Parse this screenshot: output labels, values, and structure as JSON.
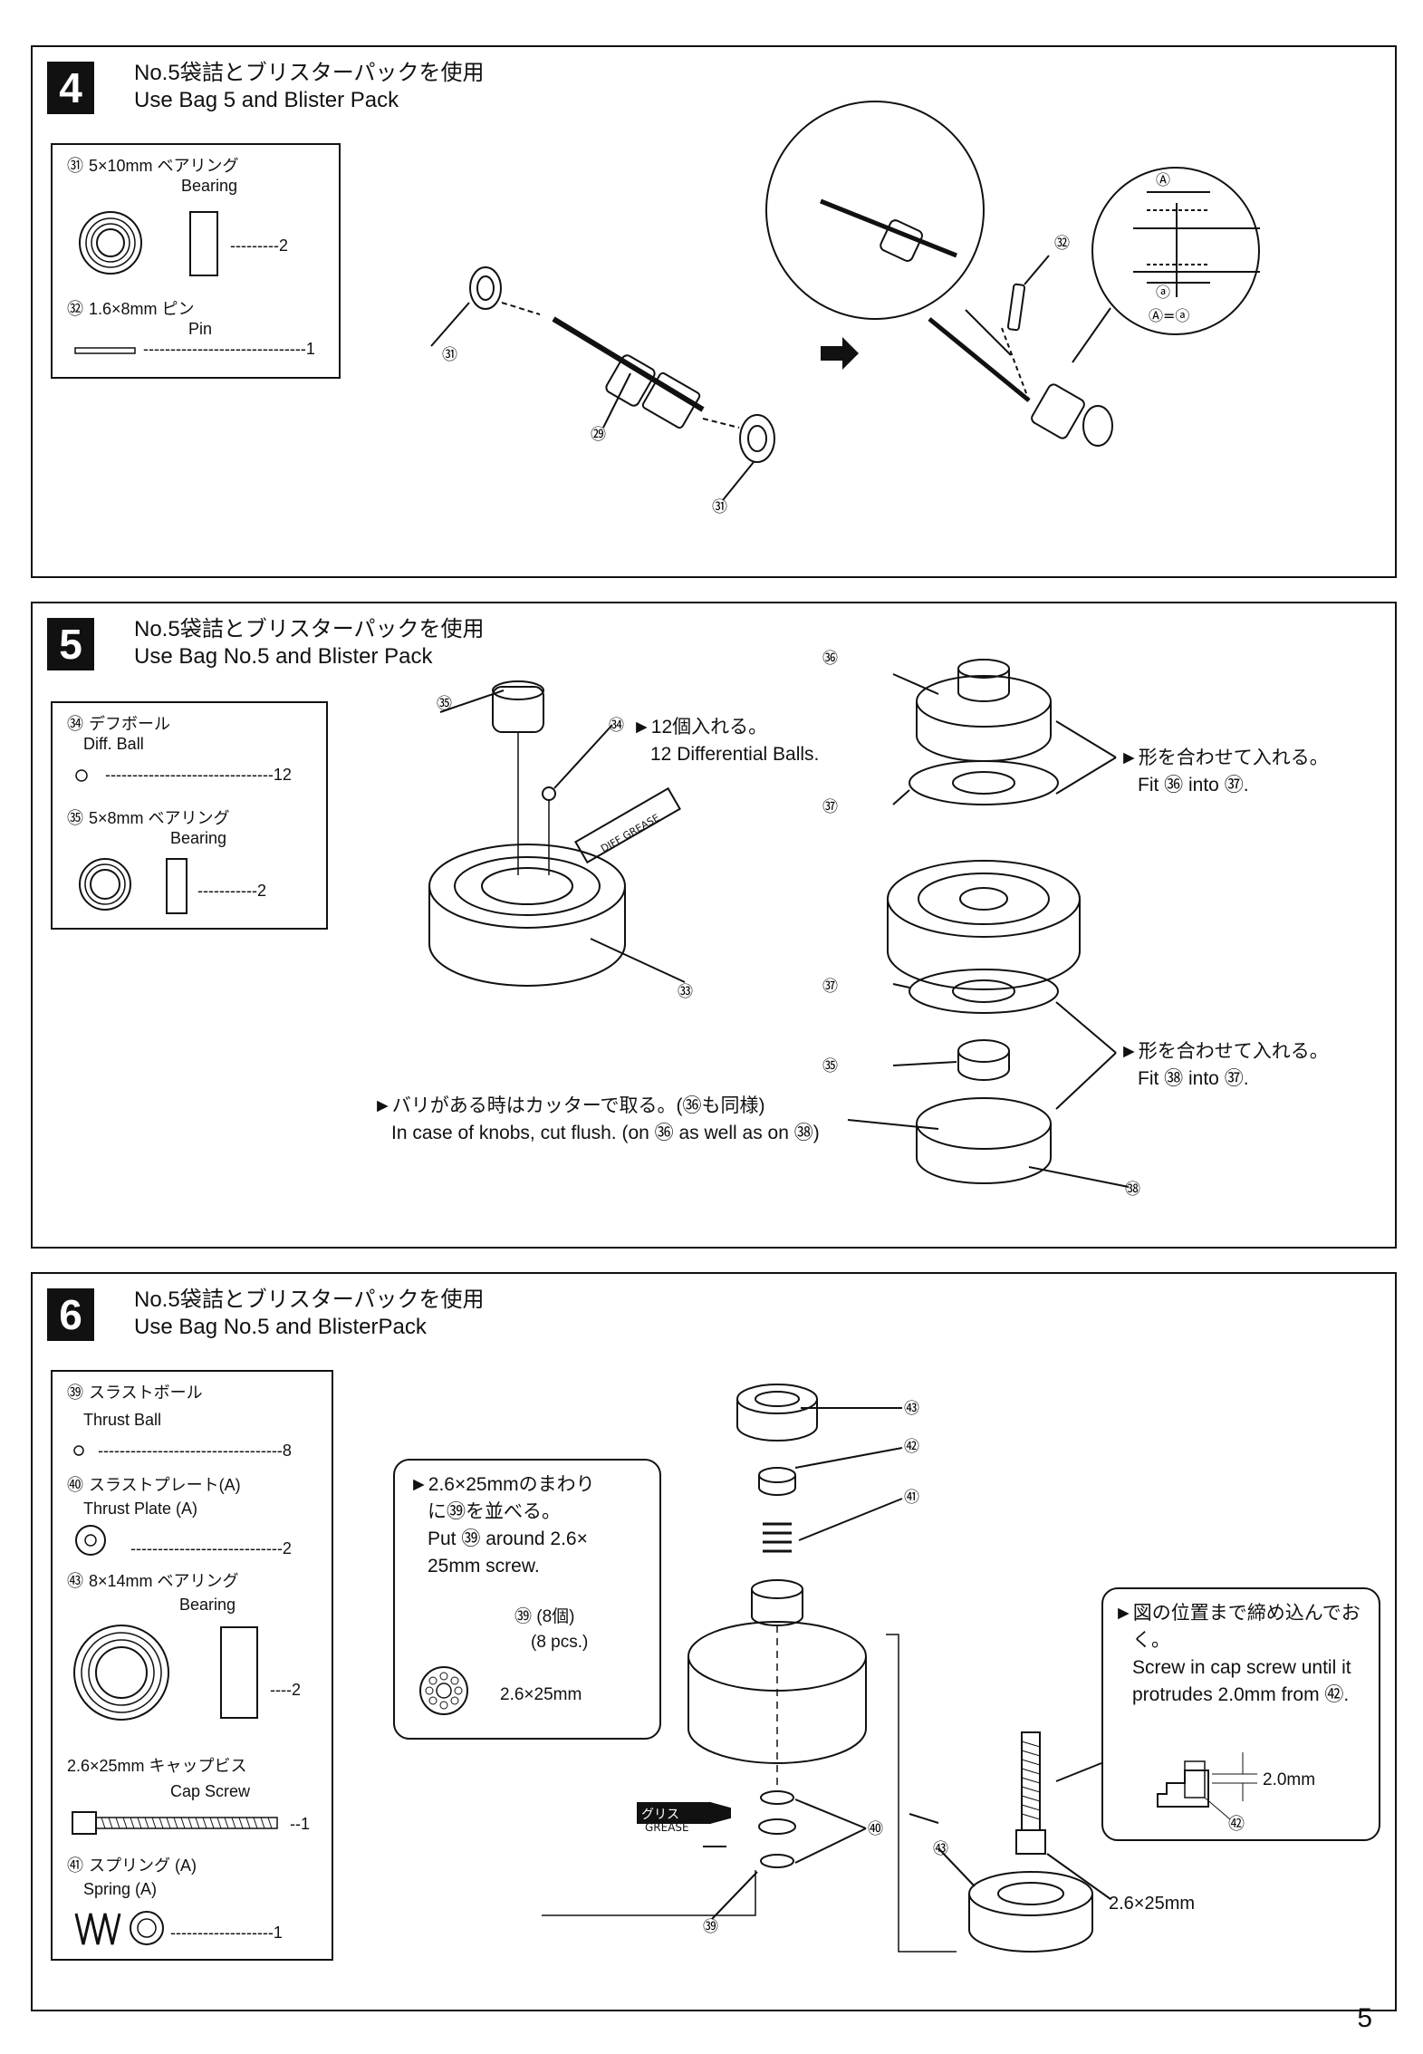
{
  "page_number": "5",
  "step4": {
    "number": "4",
    "title_jp": "No.5袋詰とブリスターパックを使用",
    "title_en": "Use Bag 5 and Blister Pack",
    "parts": [
      {
        "ref": "㉛",
        "size": "5×10mm ベアリング",
        "name_en": "Bearing",
        "qty": "2"
      },
      {
        "ref": "㉜",
        "size": "1.6×8mm ピン",
        "name_en": "Pin",
        "qty": "1"
      }
    ],
    "callouts": {
      "c31a": "㉛",
      "c29": "㉙",
      "c31b": "㉛",
      "c32": "㉜",
      "A": "Ⓐ",
      "a": "ⓐ",
      "eq": "Ⓐ=ⓐ"
    }
  },
  "step5": {
    "number": "5",
    "title_jp": "No.5袋詰とブリスターパックを使用",
    "title_en": "Use Bag No.5 and Blister Pack",
    "parts": [
      {
        "ref": "㉞",
        "size": "デフボール",
        "name_en": "Diff. Ball",
        "qty": "12"
      },
      {
        "ref": "㉟",
        "size": "5×8mm ベアリング",
        "name_en": "Bearing",
        "qty": "2"
      }
    ],
    "note_balls_jp": "►12個入れる。",
    "note_balls_en": "12 Differential Balls.",
    "grease_label": "DIFF GREASE",
    "fit1_jp": "►形を合わせて入れる。",
    "fit1_en": "Fit ㊱ into ㊲.",
    "fit2_jp": "►形を合わせて入れる。",
    "fit2_en": "Fit ㊳ into ㊲.",
    "knob_jp": "►バリがある時はカッターで取る。(㊱も同様)",
    "knob_en": "In case of knobs, cut flush. (on ㊱ as well as on ㊳)",
    "callouts": {
      "c35a": "㉟",
      "c34": "㉞",
      "c33": "㉝",
      "c36": "㊱",
      "c37a": "㊲",
      "c37b": "㊲",
      "c35b": "㉟",
      "c38": "㊳"
    }
  },
  "step6": {
    "number": "6",
    "title_jp": "No.5袋詰とブリスターパックを使用",
    "title_en": "Use Bag No.5 and BlisterPack",
    "parts": [
      {
        "ref": "㊴",
        "size": "スラストボール",
        "name_en": "Thrust Ball",
        "qty": "8"
      },
      {
        "ref": "㊵",
        "size": "スラストプレート(A)",
        "name_en": "Thrust Plate (A)",
        "qty": "2"
      },
      {
        "ref": "㊸",
        "size": "8×14mm ベアリング",
        "name_en": "Bearing",
        "qty": "2"
      },
      {
        "ref": "",
        "size": "2.6×25mm キャップビス",
        "name_en": "Cap Screw",
        "qty": "1"
      },
      {
        "ref": "㊶",
        "size": "スプリング (A)",
        "name_en": "Spring (A)",
        "qty": "1"
      }
    ],
    "bubble1": {
      "l1": "►2.6×25mmのまわり",
      "l2": "に㊴を並べる。",
      "l3": "Put ㊴ around 2.6×",
      "l4": "25mm screw.",
      "count_jp": "㊴ (8個)",
      "count_en": "(8 pcs.)",
      "screw": "2.6×25mm"
    },
    "bubble2": {
      "l1": "►図の位置まで締め込んでお",
      "l2": "く。",
      "l3": "Screw in cap screw until it",
      "l4": "protrudes 2.0mm from ㊷.",
      "dim": "2.0mm",
      "ref": "㊷"
    },
    "grease_jp": "グリス",
    "grease_en": "GREASE",
    "screw_label": "2.6×25mm",
    "callouts": {
      "c43a": "㊸",
      "c42": "㊷",
      "c41": "㊶",
      "c40": "㊵",
      "c39": "㊴",
      "c43b": "㊸"
    }
  }
}
